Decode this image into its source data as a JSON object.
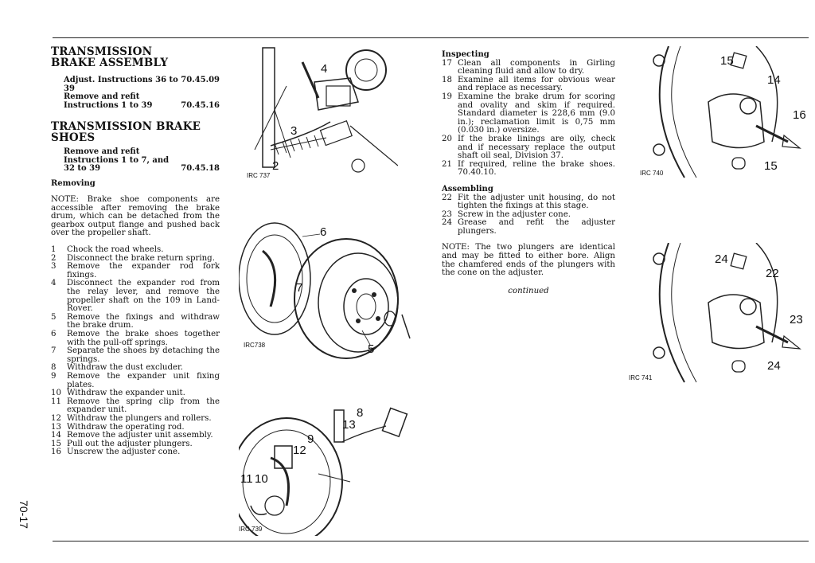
{
  "page_number": "70-17",
  "col1": {
    "heading1": "TRANSMISSION BRAKE ASSEMBLY",
    "op1_label": "Adjust. Instructions 36 to 39",
    "op1_code": "70.45.09",
    "op2_label1": "Remove and refit",
    "op2_label2": "Instructions 1 to 39",
    "op2_code": "70.45.16",
    "heading2": "TRANSMISSION BRAKE SHOES",
    "op3_label1": "Remove and refit",
    "op3_label2": "Instructions 1 to 7, and",
    "op3_label3": "32 to 39",
    "op3_code": "70.45.18",
    "removing": "Removing",
    "note": "NOTE: Brake shoe components are accessible after removing the brake drum, which can be detached from the gearbox output flange and pushed back over the propeller shaft.",
    "steps": [
      {
        "n": "1",
        "t": "Chock the road wheels."
      },
      {
        "n": "2",
        "t": "Disconnect the brake return spring."
      },
      {
        "n": "3",
        "t": "Remove the expander rod fork fixings."
      },
      {
        "n": "4",
        "t": "Disconnect the expander rod from the relay lever, and remove the propeller shaft on the 109 in Land-Rover."
      },
      {
        "n": "5",
        "t": "Remove the fixings and withdraw the brake drum."
      },
      {
        "n": "6",
        "t": "Remove the brake shoes together with the pull-off springs."
      },
      {
        "n": "7",
        "t": "Separate the shoes by detaching the springs."
      },
      {
        "n": "8",
        "t": "Withdraw the dust excluder."
      },
      {
        "n": "9",
        "t": "Remove the expander unit fixing plates."
      },
      {
        "n": "10",
        "t": "Withdraw the expander unit."
      },
      {
        "n": "11",
        "t": "Remove the spring clip from the expander unit."
      },
      {
        "n": "12",
        "t": "Withdraw the plungers and rollers."
      },
      {
        "n": "13",
        "t": "Withdraw the operating rod."
      },
      {
        "n": "14",
        "t": "Remove the adjuster unit assembly."
      },
      {
        "n": "15",
        "t": "Pull out the adjuster plungers."
      },
      {
        "n": "16",
        "t": "Unscrew the adjuster cone."
      }
    ]
  },
  "col3": {
    "inspecting": "Inspecting",
    "inspect_steps": [
      {
        "n": "17",
        "t": "Clean all components in Girling cleaning fluid and allow to dry."
      },
      {
        "n": "18",
        "t": "Examine all items for obvious wear and replace as necessary."
      },
      {
        "n": "19",
        "t": "Examine the brake drum for scoring and ovality and skim if required. Standard diameter is 228,6 mm (9.0 in.); reclamation limit is 0,75 mm (0.030 in.) oversize."
      },
      {
        "n": "20",
        "t": "If the brake linings are oily, check and if necessary replace the output shaft oil seal, Division 37."
      },
      {
        "n": "21",
        "t": "If required, reline the brake shoes. 70.40.10."
      }
    ],
    "assembling": "Assembling",
    "assemble_steps": [
      {
        "n": "22",
        "t": "Fit the adjuster unit housing, do not tighten the fixings at this stage."
      },
      {
        "n": "23",
        "t": "Screw in the adjuster cone."
      },
      {
        "n": "24",
        "t": "Grease and refit the adjuster plungers."
      }
    ],
    "note2": "NOTE: The two plungers are identical and may be fitted to either bore. Align the chamfered ends of the plungers with the cone on the adjuster.",
    "continued": "continued"
  },
  "figures": {
    "fig1": {
      "label": "IRC 737",
      "callouts": [
        "4",
        "3",
        "2"
      ]
    },
    "fig2": {
      "label": "IRC738",
      "callouts": [
        "6",
        "7",
        "5"
      ]
    },
    "fig3": {
      "label": "IRC 739",
      "callouts": [
        "8",
        "13",
        "9",
        "12",
        "11",
        "10"
      ]
    },
    "fig4": {
      "label": "IRC 740",
      "callouts": [
        "15",
        "14",
        "16",
        "15"
      ]
    },
    "fig5": {
      "label": "IRC 741",
      "callouts": [
        "24",
        "22",
        "23",
        "24"
      ]
    }
  }
}
